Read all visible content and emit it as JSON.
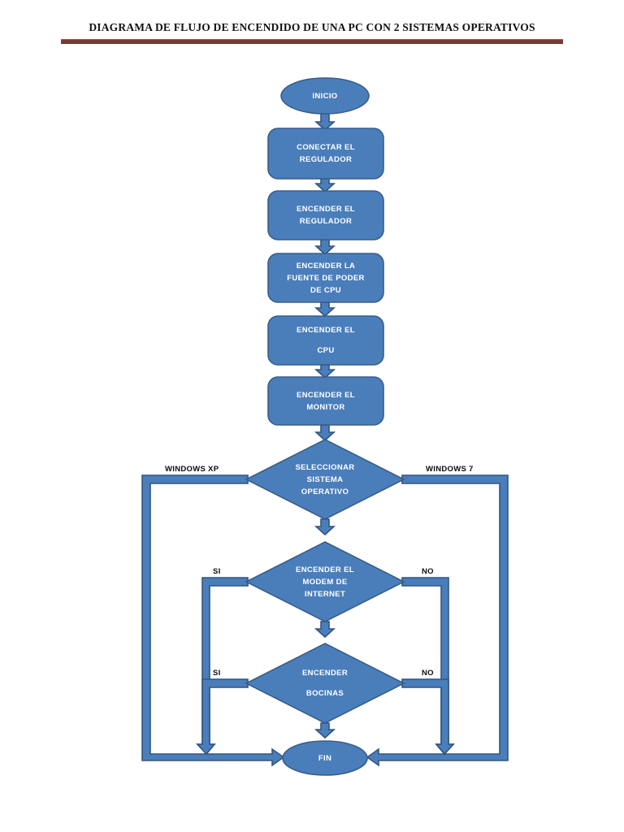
{
  "document": {
    "title": "DIAGRAMA DE FLUJO DE ENCENDIDO DE UNA PC CON 2 SISTEMAS OPERATIVOS",
    "rule_color": "#7b3a35",
    "background": "#ffffff"
  },
  "theme": {
    "shape_fill": "#4a7ebb",
    "shape_stroke": "#385d8a",
    "connector_fill": "#4a7ebb",
    "connector_stroke": "#31557f",
    "shape_text_color": "#ffffff",
    "edge_text_color": "#0d0d0d"
  },
  "chart_data": {
    "type": "diagram",
    "subtype": "flowchart",
    "title": "DIAGRAMA DE FLUJO DE ENCENDIDO DE UNA PC CON 2 SISTEMAS OPERATIVOS",
    "nodes": [
      {
        "id": "inicio",
        "shape": "terminator",
        "text": "INICIO"
      },
      {
        "id": "conectar",
        "shape": "process",
        "text": "CONECTAR EL\nREGULADOR"
      },
      {
        "id": "enc_reg",
        "shape": "process",
        "text": "ENCENDER EL\nREGULADOR"
      },
      {
        "id": "enc_fuente",
        "shape": "process",
        "text": "ENCENDER LA\nFUENTE DE PODER\nDE CPU"
      },
      {
        "id": "enc_cpu",
        "shape": "process",
        "text": "ENCENDER EL\nCPU"
      },
      {
        "id": "enc_monitor",
        "shape": "process",
        "text": "ENCENDER EL\nMONITOR"
      },
      {
        "id": "sel_so",
        "shape": "decision",
        "text": "SELECCIONAR\nSISTEMA\nOPERATIVO"
      },
      {
        "id": "enc_modem",
        "shape": "decision",
        "text": "ENCENDER EL\nMODEM DE\nINTERNET"
      },
      {
        "id": "enc_bocinas",
        "shape": "decision",
        "text": "ENCENDER\nBOCINAS"
      },
      {
        "id": "fin",
        "shape": "terminator",
        "text": "FIN"
      }
    ],
    "edges": [
      {
        "from": "inicio",
        "to": "conectar",
        "label": ""
      },
      {
        "from": "conectar",
        "to": "enc_reg",
        "label": ""
      },
      {
        "from": "enc_reg",
        "to": "enc_fuente",
        "label": ""
      },
      {
        "from": "enc_fuente",
        "to": "enc_cpu",
        "label": ""
      },
      {
        "from": "enc_cpu",
        "to": "enc_monitor",
        "label": ""
      },
      {
        "from": "enc_monitor",
        "to": "sel_so",
        "label": ""
      },
      {
        "from": "sel_so",
        "to": "fin",
        "label": "WINDOWS XP",
        "side": "left"
      },
      {
        "from": "sel_so",
        "to": "fin",
        "label": "WINDOWS 7",
        "side": "right"
      },
      {
        "from": "sel_so",
        "to": "enc_modem",
        "label": ""
      },
      {
        "from": "enc_modem",
        "to": "fin",
        "label": "SI",
        "side": "left"
      },
      {
        "from": "enc_modem",
        "to": "fin",
        "label": "NO",
        "side": "right"
      },
      {
        "from": "enc_modem",
        "to": "enc_bocinas",
        "label": ""
      },
      {
        "from": "enc_bocinas",
        "to": "fin",
        "label": "SI",
        "side": "left"
      },
      {
        "from": "enc_bocinas",
        "to": "fin",
        "label": "NO",
        "side": "right"
      },
      {
        "from": "enc_bocinas",
        "to": "fin",
        "label": ""
      }
    ],
    "edge_labels": {
      "windows_xp": "WINDOWS XP",
      "windows_7": "WINDOWS 7",
      "modem_si": "SI",
      "modem_no": "NO",
      "bocinas_si": "SI",
      "bocinas_no": "NO"
    }
  }
}
